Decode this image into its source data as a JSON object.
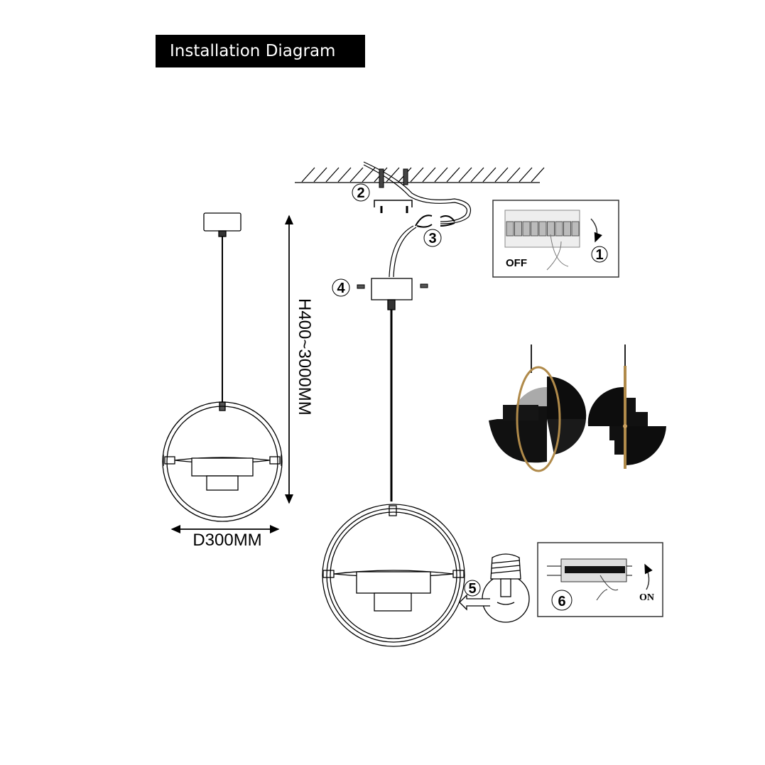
{
  "title": "Installation Diagram",
  "dimensions": {
    "height_label": "H400~3000MM",
    "diameter_label": "D300MM"
  },
  "steps": [
    {
      "number": "1",
      "label": "OFF"
    },
    {
      "number": "2"
    },
    {
      "number": "3"
    },
    {
      "number": "4"
    },
    {
      "number": "5"
    },
    {
      "number": "6",
      "label": "ON"
    }
  ],
  "colors": {
    "lamp_shade": "#111111",
    "brass_ring": "#b08a4a"
  }
}
